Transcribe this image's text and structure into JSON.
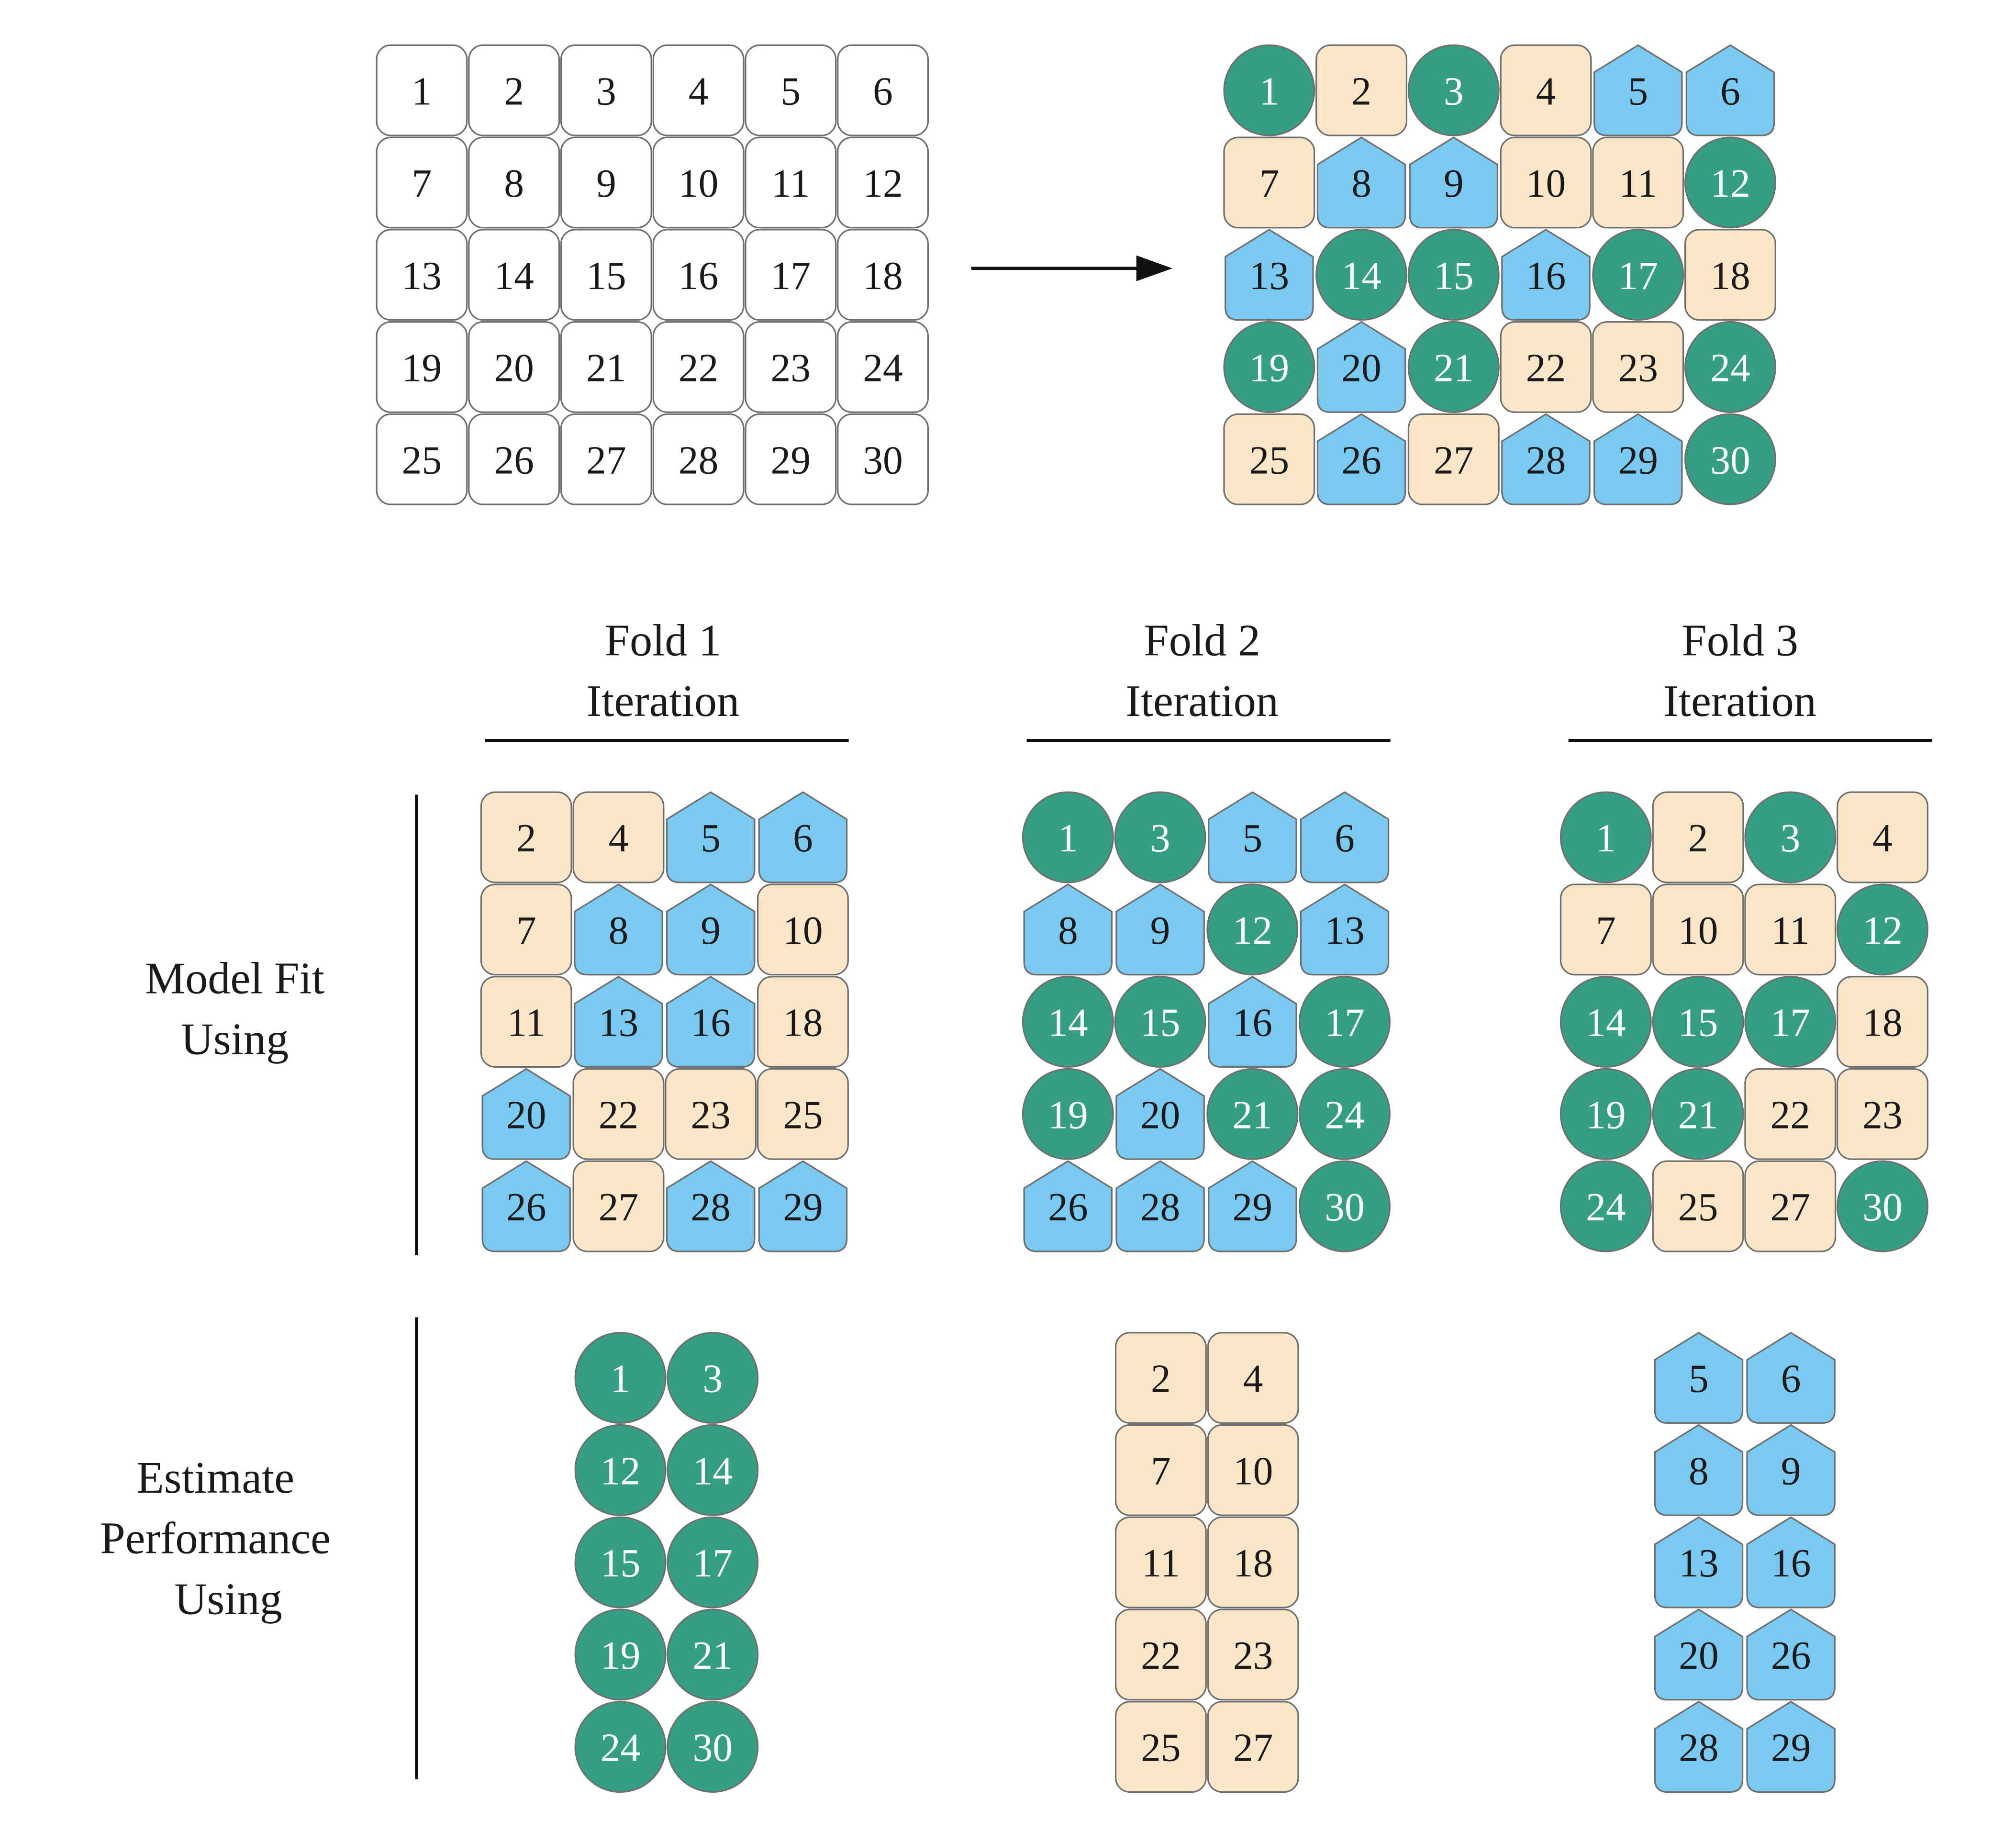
{
  "colors": {
    "unassigned": "#ffffff",
    "green": "#359f84",
    "tan": "#fbe7c8",
    "blue": "#7ac9f1",
    "stroke": "#6e6e6e",
    "text_dark": "#1a1a1a",
    "text_light": "#ffffff"
  },
  "shapes": {
    "green": "circle",
    "tan": "rounded-square",
    "blue": "pentagon"
  },
  "original_grid": {
    "rows": [
      [
        1,
        2,
        3,
        4,
        5,
        6
      ],
      [
        7,
        8,
        9,
        10,
        11,
        12
      ],
      [
        13,
        14,
        15,
        16,
        17,
        18
      ],
      [
        19,
        20,
        21,
        22,
        23,
        24
      ],
      [
        25,
        26,
        27,
        28,
        29,
        30
      ]
    ]
  },
  "assigned_grid": {
    "rows": [
      [
        {
          "n": 1,
          "g": "green"
        },
        {
          "n": 2,
          "g": "tan"
        },
        {
          "n": 3,
          "g": "green"
        },
        {
          "n": 4,
          "g": "tan"
        },
        {
          "n": 5,
          "g": "blue"
        },
        {
          "n": 6,
          "g": "blue"
        }
      ],
      [
        {
          "n": 7,
          "g": "tan"
        },
        {
          "n": 8,
          "g": "blue"
        },
        {
          "n": 9,
          "g": "blue"
        },
        {
          "n": 10,
          "g": "tan"
        },
        {
          "n": 11,
          "g": "tan"
        },
        {
          "n": 12,
          "g": "green"
        }
      ],
      [
        {
          "n": 13,
          "g": "blue"
        },
        {
          "n": 14,
          "g": "green"
        },
        {
          "n": 15,
          "g": "green"
        },
        {
          "n": 16,
          "g": "blue"
        },
        {
          "n": 17,
          "g": "green"
        },
        {
          "n": 18,
          "g": "tan"
        }
      ],
      [
        {
          "n": 19,
          "g": "green"
        },
        {
          "n": 20,
          "g": "blue"
        },
        {
          "n": 21,
          "g": "green"
        },
        {
          "n": 22,
          "g": "tan"
        },
        {
          "n": 23,
          "g": "tan"
        },
        {
          "n": 24,
          "g": "green"
        }
      ],
      [
        {
          "n": 25,
          "g": "tan"
        },
        {
          "n": 26,
          "g": "blue"
        },
        {
          "n": 27,
          "g": "tan"
        },
        {
          "n": 28,
          "g": "blue"
        },
        {
          "n": 29,
          "g": "blue"
        },
        {
          "n": 30,
          "g": "green"
        }
      ]
    ]
  },
  "row_labels": {
    "fit": [
      "Model Fit",
      "Using"
    ],
    "estimate": [
      "Estimate",
      "Performance",
      "Using"
    ]
  },
  "folds": [
    {
      "title": [
        "Fold 1",
        "Iteration"
      ],
      "fit": [
        [
          {
            "n": 2,
            "g": "tan"
          },
          {
            "n": 4,
            "g": "tan"
          },
          {
            "n": 5,
            "g": "blue"
          },
          {
            "n": 6,
            "g": "blue"
          }
        ],
        [
          {
            "n": 7,
            "g": "tan"
          },
          {
            "n": 8,
            "g": "blue"
          },
          {
            "n": 9,
            "g": "blue"
          },
          {
            "n": 10,
            "g": "tan"
          }
        ],
        [
          {
            "n": 11,
            "g": "tan"
          },
          {
            "n": 13,
            "g": "blue"
          },
          {
            "n": 16,
            "g": "blue"
          },
          {
            "n": 18,
            "g": "tan"
          }
        ],
        [
          {
            "n": 20,
            "g": "blue"
          },
          {
            "n": 22,
            "g": "tan"
          },
          {
            "n": 23,
            "g": "tan"
          },
          {
            "n": 25,
            "g": "tan"
          }
        ],
        [
          {
            "n": 26,
            "g": "blue"
          },
          {
            "n": 27,
            "g": "tan"
          },
          {
            "n": 28,
            "g": "blue"
          },
          {
            "n": 29,
            "g": "blue"
          }
        ]
      ],
      "estimate": [
        [
          {
            "n": 1,
            "g": "green"
          },
          {
            "n": 3,
            "g": "green"
          }
        ],
        [
          {
            "n": 12,
            "g": "green"
          },
          {
            "n": 14,
            "g": "green"
          }
        ],
        [
          {
            "n": 15,
            "g": "green"
          },
          {
            "n": 17,
            "g": "green"
          }
        ],
        [
          {
            "n": 19,
            "g": "green"
          },
          {
            "n": 21,
            "g": "green"
          }
        ],
        [
          {
            "n": 24,
            "g": "green"
          },
          {
            "n": 30,
            "g": "green"
          }
        ]
      ]
    },
    {
      "title": [
        "Fold 2",
        "Iteration"
      ],
      "fit": [
        [
          {
            "n": 1,
            "g": "green"
          },
          {
            "n": 3,
            "g": "green"
          },
          {
            "n": 5,
            "g": "blue"
          },
          {
            "n": 6,
            "g": "blue"
          }
        ],
        [
          {
            "n": 8,
            "g": "blue"
          },
          {
            "n": 9,
            "g": "blue"
          },
          {
            "n": 12,
            "g": "green"
          },
          {
            "n": 13,
            "g": "blue"
          }
        ],
        [
          {
            "n": 14,
            "g": "green"
          },
          {
            "n": 15,
            "g": "green"
          },
          {
            "n": 16,
            "g": "blue"
          },
          {
            "n": 17,
            "g": "green"
          }
        ],
        [
          {
            "n": 19,
            "g": "green"
          },
          {
            "n": 20,
            "g": "blue"
          },
          {
            "n": 21,
            "g": "green"
          },
          {
            "n": 24,
            "g": "green"
          }
        ],
        [
          {
            "n": 26,
            "g": "blue"
          },
          {
            "n": 28,
            "g": "blue"
          },
          {
            "n": 29,
            "g": "blue"
          },
          {
            "n": 30,
            "g": "green"
          }
        ]
      ],
      "estimate": [
        [
          {
            "n": 2,
            "g": "tan"
          },
          {
            "n": 4,
            "g": "tan"
          }
        ],
        [
          {
            "n": 7,
            "g": "tan"
          },
          {
            "n": 10,
            "g": "tan"
          }
        ],
        [
          {
            "n": 11,
            "g": "tan"
          },
          {
            "n": 18,
            "g": "tan"
          }
        ],
        [
          {
            "n": 22,
            "g": "tan"
          },
          {
            "n": 23,
            "g": "tan"
          }
        ],
        [
          {
            "n": 25,
            "g": "tan"
          },
          {
            "n": 27,
            "g": "tan"
          }
        ]
      ]
    },
    {
      "title": [
        "Fold 3",
        "Iteration"
      ],
      "fit": [
        [
          {
            "n": 1,
            "g": "green"
          },
          {
            "n": 2,
            "g": "tan"
          },
          {
            "n": 3,
            "g": "green"
          },
          {
            "n": 4,
            "g": "tan"
          }
        ],
        [
          {
            "n": 7,
            "g": "tan"
          },
          {
            "n": 10,
            "g": "tan"
          },
          {
            "n": 11,
            "g": "tan"
          },
          {
            "n": 12,
            "g": "green"
          }
        ],
        [
          {
            "n": 14,
            "g": "green"
          },
          {
            "n": 15,
            "g": "green"
          },
          {
            "n": 17,
            "g": "green"
          },
          {
            "n": 18,
            "g": "tan"
          }
        ],
        [
          {
            "n": 19,
            "g": "green"
          },
          {
            "n": 21,
            "g": "green"
          },
          {
            "n": 22,
            "g": "tan"
          },
          {
            "n": 23,
            "g": "tan"
          }
        ],
        [
          {
            "n": 24,
            "g": "green"
          },
          {
            "n": 25,
            "g": "tan"
          },
          {
            "n": 27,
            "g": "tan"
          },
          {
            "n": 30,
            "g": "green"
          }
        ]
      ],
      "estimate": [
        [
          {
            "n": 5,
            "g": "blue"
          },
          {
            "n": 6,
            "g": "blue"
          }
        ],
        [
          {
            "n": 8,
            "g": "blue"
          },
          {
            "n": 9,
            "g": "blue"
          }
        ],
        [
          {
            "n": 13,
            "g": "blue"
          },
          {
            "n": 16,
            "g": "blue"
          }
        ],
        [
          {
            "n": 20,
            "g": "blue"
          },
          {
            "n": 26,
            "g": "blue"
          }
        ],
        [
          {
            "n": 28,
            "g": "blue"
          },
          {
            "n": 29,
            "g": "blue"
          }
        ]
      ]
    }
  ]
}
